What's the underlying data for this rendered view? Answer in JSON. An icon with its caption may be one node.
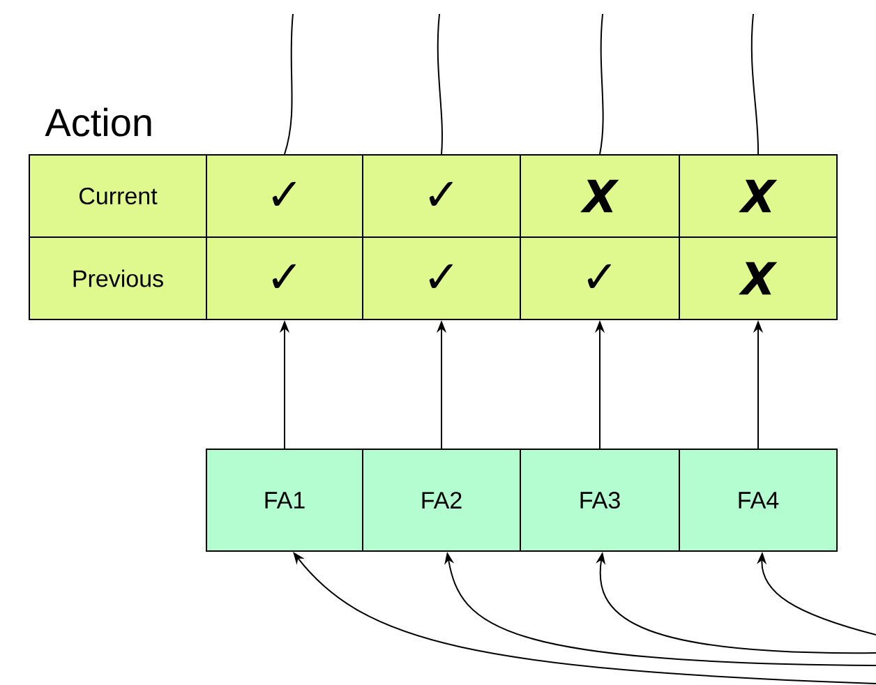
{
  "diagram": {
    "nodes": [
      {
        "text": [
          "Current"
        ]
      },
      {
        "text": [
          "✓"
        ]
      },
      {
        "text": [
          "✓"
        ]
      },
      {
        "text": [
          "X"
        ]
      },
      {
        "text": [
          "X"
        ]
      },
      {
        "text": [
          "Previous"
        ]
      },
      {
        "text": [
          "✓"
        ]
      },
      {
        "text": [
          "✓"
        ]
      },
      {
        "text": [
          "✓"
        ]
      },
      {
        "text": [
          "X"
        ]
      },
      {
        "text": [
          "FA1"
        ]
      },
      {
        "text": [
          "FA2"
        ]
      },
      {
        "text": [
          "FA3"
        ]
      },
      {
        "text": [
          "FA4"
        ]
      }
    ],
    "edges": [
      {
        "from": null,
        "to": 1,
        "arrow": "none"
      },
      {
        "from": null,
        "to": 2,
        "arrow": "none"
      },
      {
        "from": null,
        "to": 3,
        "arrow": "none"
      },
      {
        "from": null,
        "to": 4,
        "arrow": "none"
      },
      {
        "from": 10,
        "to": 6,
        "arrow": "to"
      },
      {
        "from": 11,
        "to": 7,
        "arrow": "to"
      },
      {
        "from": 12,
        "to": 8,
        "arrow": "to"
      },
      {
        "from": 13,
        "to": 9,
        "arrow": "to"
      },
      {
        "from": null,
        "to": 10,
        "arrow": "to"
      },
      {
        "from": null,
        "to": 11,
        "arrow": "to"
      },
      {
        "from": null,
        "to": 12,
        "arrow": "to"
      },
      {
        "from": null,
        "to": 13,
        "arrow": "to"
      }
    ],
    "labels": [
      "Action"
    ]
  }
}
